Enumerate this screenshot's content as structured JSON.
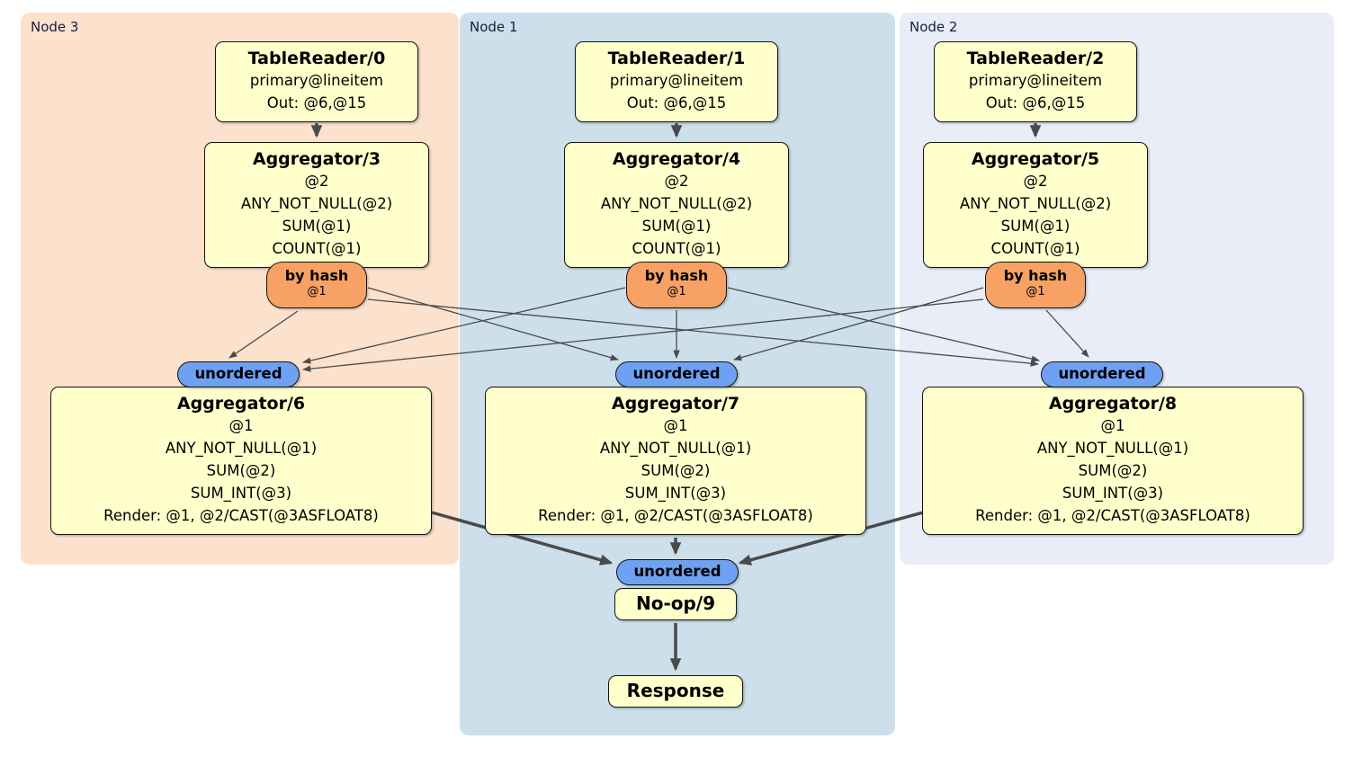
{
  "regions": [
    {
      "label": "Node 3",
      "bg": "#fce1cd"
    },
    {
      "label": "Node 1",
      "bg": "#cddfea"
    },
    {
      "label": "Node 2",
      "bg": "#e9edf7"
    }
  ],
  "readers": [
    {
      "title": "TableReader/0",
      "lines": [
        "primary@lineitem",
        "Out: @6,@15"
      ]
    },
    {
      "title": "TableReader/1",
      "lines": [
        "primary@lineitem",
        "Out: @6,@15"
      ]
    },
    {
      "title": "TableReader/2",
      "lines": [
        "primary@lineitem",
        "Out: @6,@15"
      ]
    }
  ],
  "top_aggregators": [
    {
      "title": "Aggregator/3",
      "lines": [
        "@2",
        "ANY_NOT_NULL(@2)",
        "SUM(@1)",
        "COUNT(@1)"
      ]
    },
    {
      "title": "Aggregator/4",
      "lines": [
        "@2",
        "ANY_NOT_NULL(@2)",
        "SUM(@1)",
        "COUNT(@1)"
      ]
    },
    {
      "title": "Aggregator/5",
      "lines": [
        "@2",
        "ANY_NOT_NULL(@2)",
        "SUM(@1)",
        "COUNT(@1)"
      ]
    }
  ],
  "routers": [
    {
      "label": "by hash",
      "detail": "@1"
    },
    {
      "label": "by hash",
      "detail": "@1"
    },
    {
      "label": "by hash",
      "detail": "@1"
    }
  ],
  "collectors": [
    {
      "label": "unordered"
    },
    {
      "label": "unordered"
    },
    {
      "label": "unordered"
    }
  ],
  "bottom_aggregators": [
    {
      "title": "Aggregator/6",
      "lines": [
        "@1",
        "ANY_NOT_NULL(@1)",
        "SUM(@2)",
        "SUM_INT(@3)",
        "Render: @1, @2/CAST(@3ASFLOAT8)"
      ]
    },
    {
      "title": "Aggregator/7",
      "lines": [
        "@1",
        "ANY_NOT_NULL(@1)",
        "SUM(@2)",
        "SUM_INT(@3)",
        "Render: @1, @2/CAST(@3ASFLOAT8)"
      ]
    },
    {
      "title": "Aggregator/8",
      "lines": [
        "@1",
        "ANY_NOT_NULL(@1)",
        "SUM(@2)",
        "SUM_INT(@3)",
        "Render: @1, @2/CAST(@3ASFLOAT8)"
      ]
    }
  ],
  "merge": {
    "label": "unordered"
  },
  "noop": {
    "title": "No-op/9"
  },
  "response": {
    "title": "Response"
  },
  "colors": {
    "node3_bg": "#fce1cd",
    "node1_bg": "#cddfea",
    "node2_bg": "#e9edf7",
    "processor_fill": "#ffffcb",
    "router_fill": "#f7a164",
    "stream_fill": "#6fa1f2",
    "box_border": "#141414",
    "edge": "#4a4a4a",
    "node_label": "#13213c"
  }
}
